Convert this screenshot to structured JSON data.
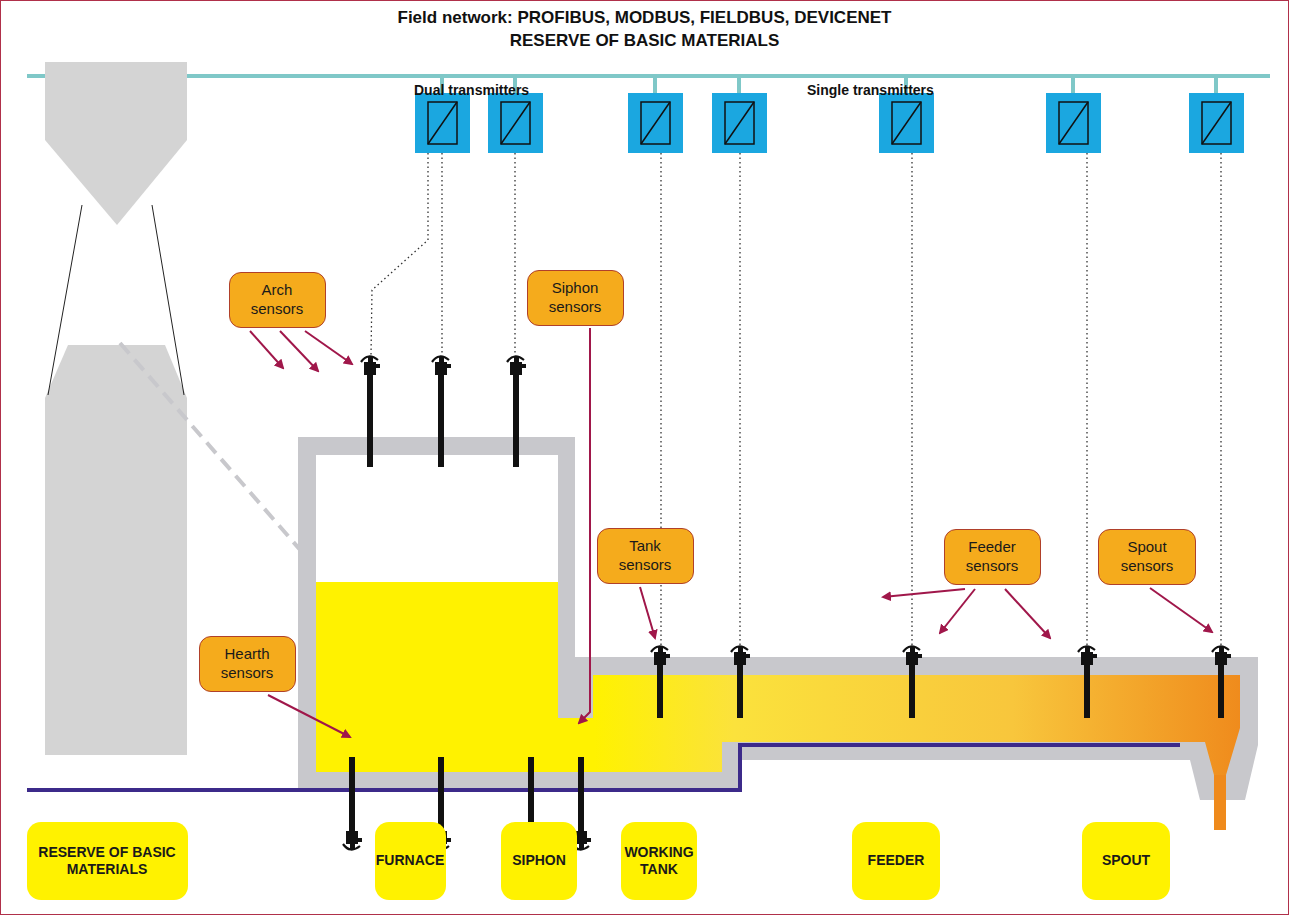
{
  "diagram": {
    "title": "Field network:  PROFIBUS, MODBUS, FIELDBUS, DEVICENET",
    "nodes": [
      {
        "text": [
          "Arch sensors"
        ]
      },
      {
        "text": [
          "Siphon sensors"
        ]
      },
      {
        "text": [
          "Tank sensors"
        ]
      },
      {
        "text": [
          "Feeder sensors"
        ]
      },
      {
        "text": [
          "Spout sensors"
        ]
      },
      {
        "text": [
          "Hearth sensors"
        ]
      },
      {
        "text": [
          "RESERVE OF BASIC MATERIALS"
        ]
      },
      {
        "text": [
          "FURNACE"
        ]
      },
      {
        "text": [
          "SIPHON"
        ]
      },
      {
        "text": [
          "WORKING TANK"
        ]
      },
      {
        "text": [
          "FEEDER"
        ]
      },
      {
        "text": [
          "SPOUT"
        ]
      }
    ],
    "labels": [
      "RESERVE OF BASIC MATERIALS",
      "Dual transmitters",
      "Single transmitters"
    ]
  }
}
